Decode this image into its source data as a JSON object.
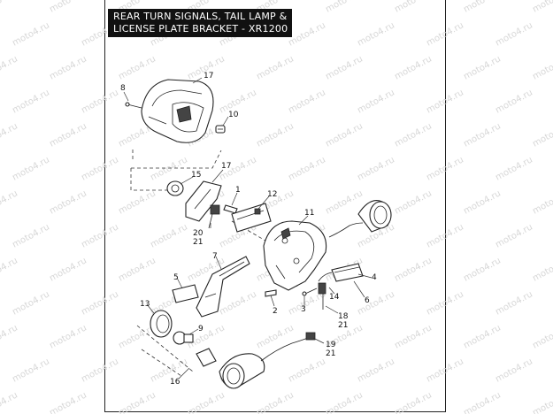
{
  "title": {
    "line1": "REAR TURN SIGNALS, TAIL LAMP &",
    "line2": "LICENSE PLATE BRACKET - XR1200"
  },
  "watermark": "moto4.ru",
  "callouts": {
    "c17a": "17",
    "c8": "8",
    "c10": "10",
    "c17b": "17",
    "c15": "15",
    "c1": "1",
    "c12": "12",
    "c11": "11",
    "c20": "20",
    "c21a": "21",
    "c7": "7",
    "c5": "5",
    "c4": "4",
    "c14": "14",
    "c6": "6",
    "c2": "2",
    "c3": "3",
    "c18": "18",
    "c21b": "21",
    "c13": "13",
    "c9": "9",
    "c19": "19",
    "c21c": "21",
    "c16": "16"
  }
}
